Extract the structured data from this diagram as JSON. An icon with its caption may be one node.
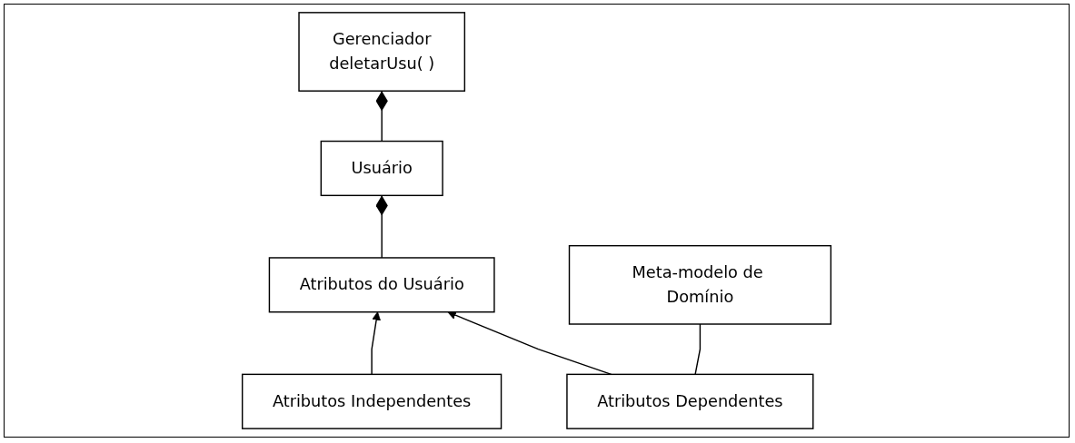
{
  "diagram": {
    "nodes": [
      {
        "text": [
          "Gerenciador",
          "deletarUsu( )"
        ]
      },
      {
        "text": [
          "Usuário"
        ]
      },
      {
        "text": [
          "Atributos do Usuário"
        ]
      },
      {
        "text": [
          "Atributos Independentes"
        ]
      },
      {
        "text": [
          "Atributos Dependentes"
        ]
      },
      {
        "text": [
          "Meta-modelo de Domínio"
        ]
      }
    ],
    "edges": [
      {
        "from": 1,
        "to": 0,
        "arrow": "other"
      },
      {
        "from": 2,
        "to": 1,
        "arrow": "other"
      },
      {
        "from": 3,
        "to": 2,
        "arrow": "to"
      },
      {
        "from": 4,
        "to": 2,
        "arrow": "to"
      },
      {
        "from": 4,
        "to": 5,
        "arrow": "none"
      }
    ]
  }
}
